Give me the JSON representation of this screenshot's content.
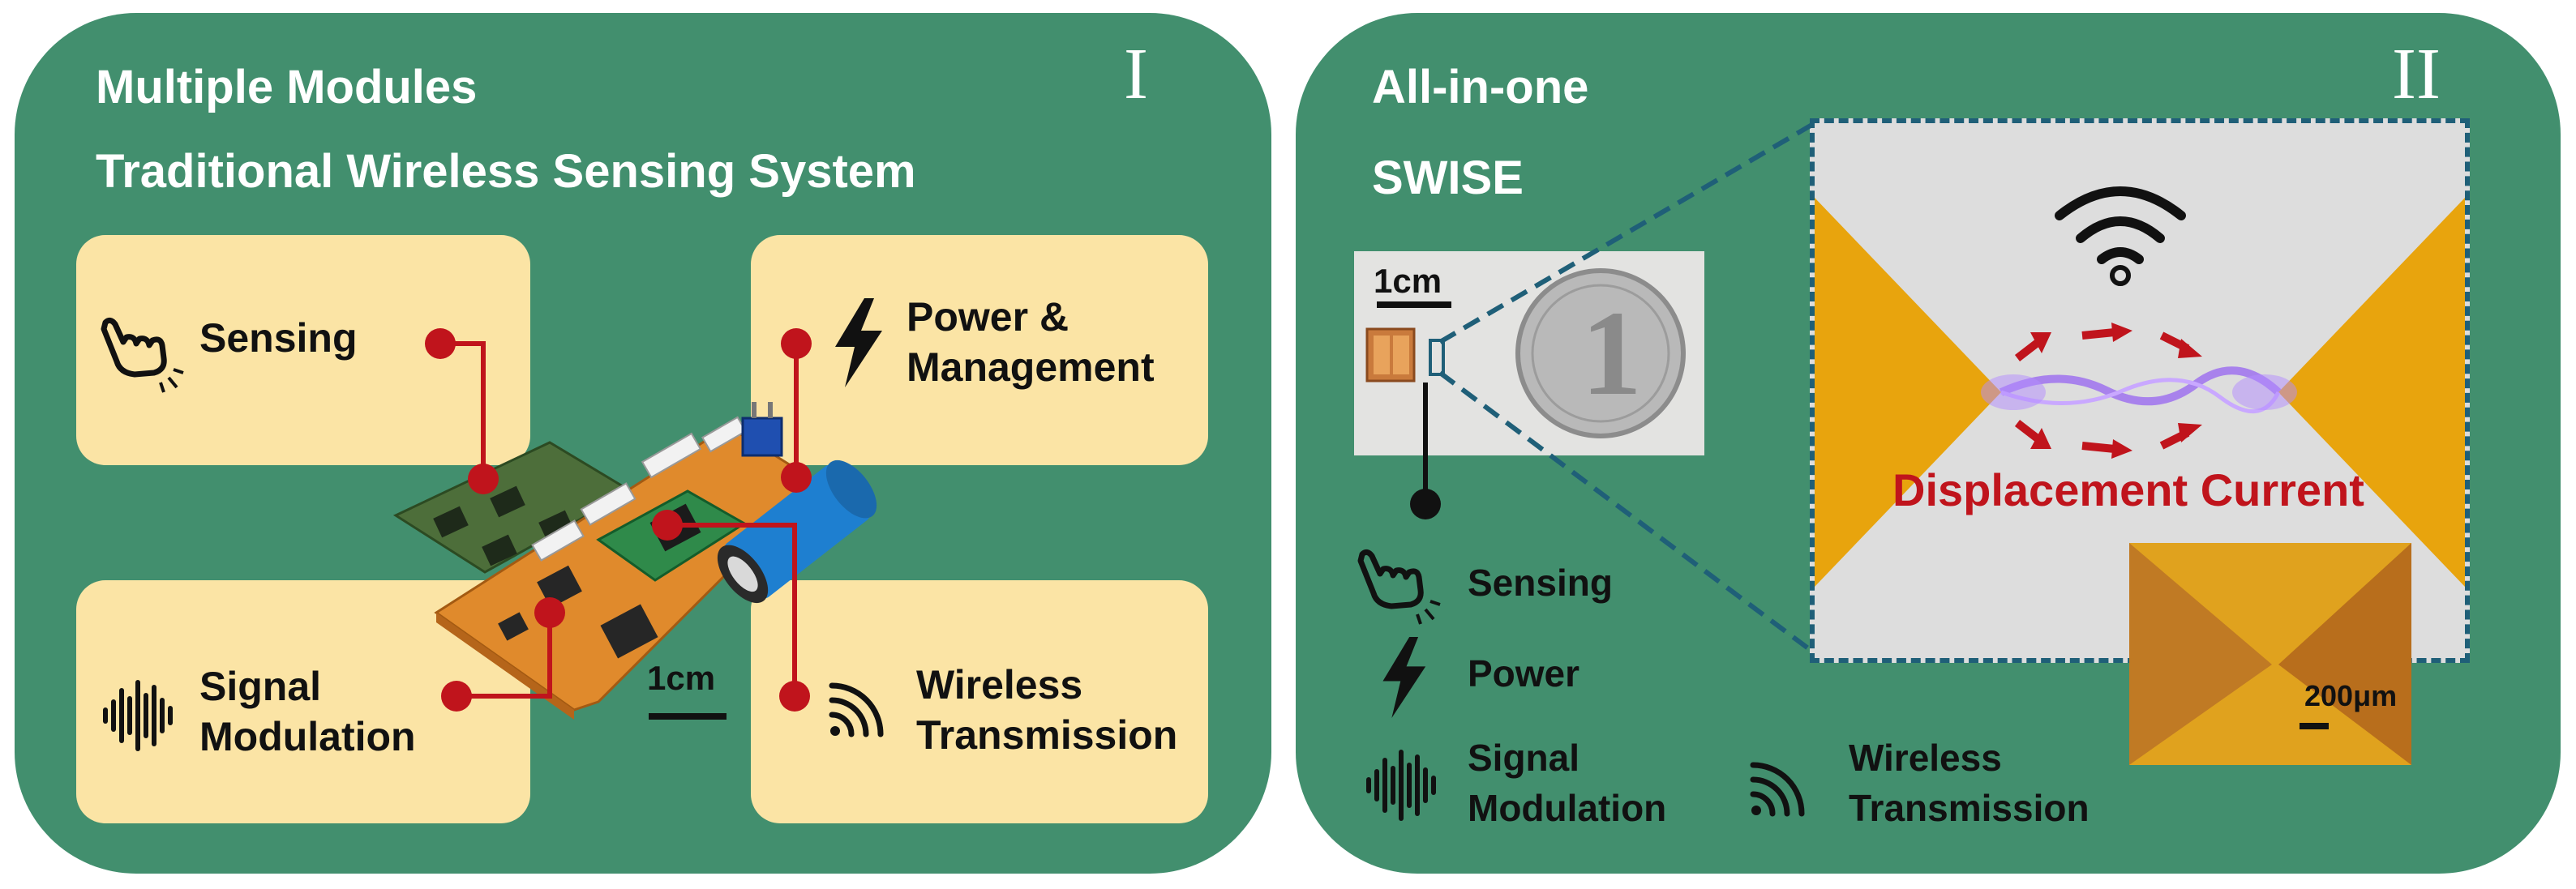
{
  "panel_left": {
    "roman": "I",
    "title_1": "Multiple Modules",
    "title_2": "Traditional Wireless Sensing System",
    "modules": {
      "sensing": "Sensing",
      "power_1": "Power &",
      "power_2": "Management",
      "signal_1": "Signal",
      "signal_2": "Modulation",
      "wireless_1": "Wireless",
      "wireless_2": "Transmission"
    },
    "scale_bar": "1cm"
  },
  "panel_right": {
    "roman": "II",
    "title_1": "All-in-one",
    "title_2": "SWISE",
    "photo_scale": "1cm",
    "inset_scale": "200μm",
    "current_label": "Displacement Current",
    "functions": {
      "sensing": "Sensing",
      "power": "Power",
      "signal_1": "Signal",
      "signal_2": "Modulation",
      "wireless_1": "Wireless",
      "wireless_2": "Transmission"
    }
  },
  "colors": {
    "panel_green": "#428f6e",
    "card_yellow": "#fbe4a5",
    "connector_red": "#c0141c",
    "electrode_gold": "#e8a40d",
    "current_label_red": "#c0141c",
    "dashed_border": "#1f5f78"
  },
  "icons": [
    "hand-touch-icon",
    "lightning-icon",
    "sound-wave-icon",
    "wireless-icon",
    "wifi-icon"
  ]
}
